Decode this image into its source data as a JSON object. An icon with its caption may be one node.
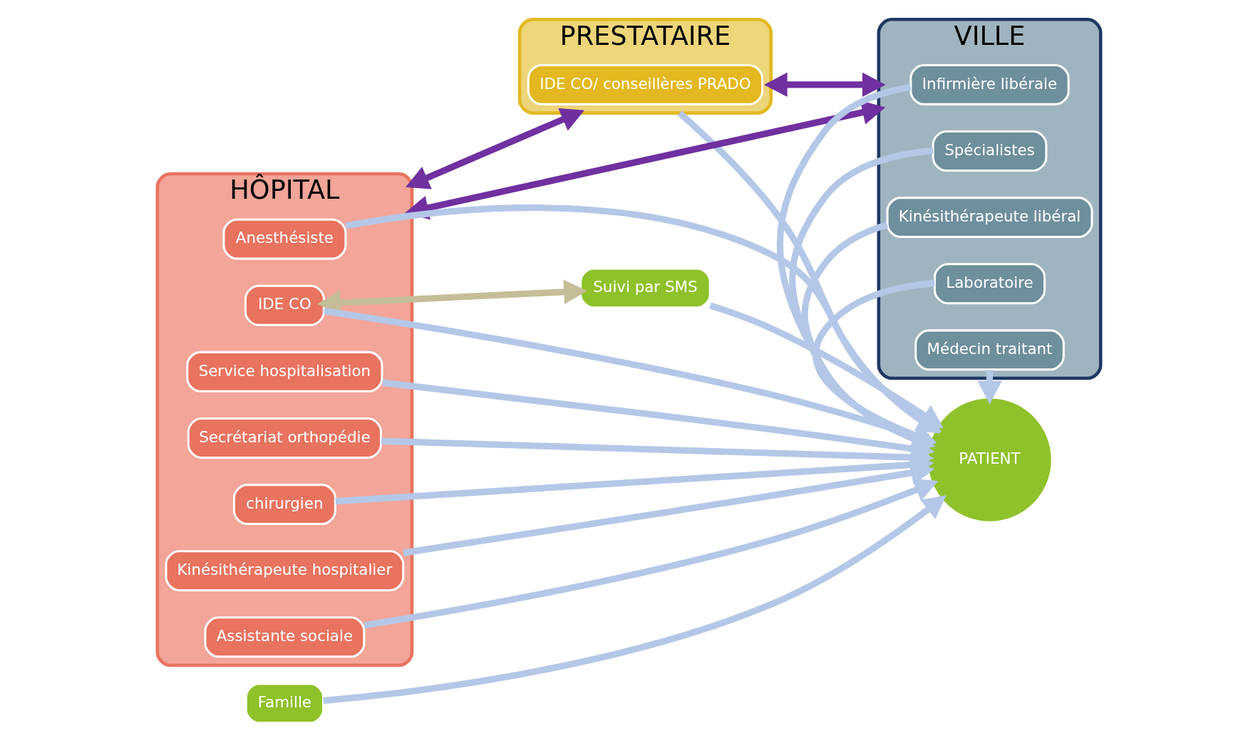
{
  "diagram": {
    "nodes": [
      {
        "text": [
          "PRESTATAIRE"
        ]
      },
      {
        "text": [
          "IDE CO/ conseillères PRADO"
        ],
        "in": 0
      },
      {
        "text": [
          "HÔPITAL"
        ]
      },
      {
        "text": [
          "Anesthésiste"
        ],
        "in": 2
      },
      {
        "text": [
          "IDE CO"
        ],
        "in": 2
      },
      {
        "text": [
          "Service hospitalisation"
        ],
        "in": 2
      },
      {
        "text": [
          "Secrétariat orthopédie"
        ],
        "in": 2
      },
      {
        "text": [
          "chirurgien"
        ],
        "in": 2
      },
      {
        "text": [
          "Kinésithérapeute hospitalier"
        ],
        "in": 2
      },
      {
        "text": [
          "Assistante sociale"
        ],
        "in": 2
      },
      {
        "text": [
          "Suivi par SMS"
        ]
      },
      {
        "text": [
          "VILLE"
        ]
      },
      {
        "text": [
          "Infirmière libérale"
        ],
        "in": 11
      },
      {
        "text": [
          "Spécialistes"
        ],
        "in": 11
      },
      {
        "text": [
          "Kinésithérapeute libéral"
        ],
        "in": 11
      },
      {
        "text": [
          "Laboratoire"
        ],
        "in": 11
      },
      {
        "text": [
          "Médecin traitant"
        ],
        "in": 11
      },
      {
        "text": [
          "PATIENT"
        ]
      },
      {
        "text": [
          "Famille"
        ]
      }
    ],
    "edges": [
      {
        "from": 0,
        "to": 2,
        "arrow": "both",
        "color": "#7030a0"
      },
      {
        "from": 0,
        "to": 11,
        "arrow": "both",
        "color": "#7030a0"
      },
      {
        "from": 2,
        "to": 11,
        "arrow": "both",
        "color": "#7030a0"
      },
      {
        "from": 4,
        "to": 10,
        "arrow": "both",
        "color": "#c4bd97"
      },
      {
        "from": 0,
        "to": 17,
        "arrow": "to"
      },
      {
        "from": 3,
        "to": 17,
        "arrow": "to"
      },
      {
        "from": 4,
        "to": 17,
        "arrow": "to"
      },
      {
        "from": 5,
        "to": 17,
        "arrow": "to"
      },
      {
        "from": 6,
        "to": 17,
        "arrow": "to"
      },
      {
        "from": 7,
        "to": 17,
        "arrow": "to"
      },
      {
        "from": 8,
        "to": 17,
        "arrow": "to"
      },
      {
        "from": 9,
        "to": 17,
        "arrow": "to"
      },
      {
        "from": 10,
        "to": 17,
        "arrow": "to"
      },
      {
        "from": 12,
        "to": 17,
        "arrow": "to"
      },
      {
        "from": 13,
        "to": 17,
        "arrow": "to"
      },
      {
        "from": 14,
        "to": 17,
        "arrow": "to"
      },
      {
        "from": 15,
        "to": 17,
        "arrow": "to"
      },
      {
        "from": 16,
        "to": 17,
        "arrow": "to"
      },
      {
        "from": 18,
        "to": 17,
        "arrow": "to"
      }
    ]
  }
}
